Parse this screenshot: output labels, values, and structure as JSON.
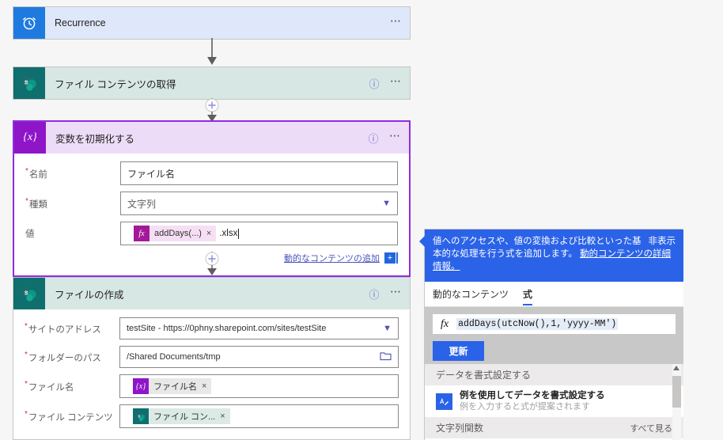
{
  "flow": {
    "steps": [
      {
        "id": "recurrence",
        "title": "Recurrence",
        "icon": "alarm-clock-icon",
        "has_help": false,
        "selected": false,
        "expanded": false
      },
      {
        "id": "get-file-content",
        "title": "ファイル コンテンツの取得",
        "icon": "sharepoint-icon",
        "has_help": true,
        "selected": false,
        "expanded": false
      },
      {
        "id": "initialize-variable",
        "title": "変数を初期化する",
        "icon": "variable-icon",
        "icon_glyph": "{x}",
        "has_help": true,
        "selected": true,
        "expanded": true,
        "fields": [
          {
            "label": "名前",
            "required": true,
            "value": "ファイル名",
            "control": "text"
          },
          {
            "label": "種類",
            "required": true,
            "value": "文字列",
            "control": "dropdown"
          },
          {
            "label": "値",
            "required": false,
            "control": "token",
            "token": {
              "kind": "expression",
              "icon": "fx-icon",
              "label": "addDays(...)",
              "remove": "×"
            },
            "trailing_text": ".xlsx"
          }
        ],
        "dynamic_link": "動的なコンテンツの追加",
        "dynamic_plus": "+"
      },
      {
        "id": "create-file",
        "title": "ファイルの作成",
        "icon": "sharepoint-icon",
        "has_help": true,
        "selected": false,
        "expanded": true,
        "fields": [
          {
            "label": "サイトのアドレス",
            "required": true,
            "value": "testSite - https://0phny.sharepoint.com/sites/testSite",
            "control": "dropdown"
          },
          {
            "label": "フォルダーのパス",
            "required": true,
            "value": "/Shared Documents/tmp",
            "control": "folder"
          },
          {
            "label": "ファイル名",
            "required": true,
            "control": "token",
            "token": {
              "kind": "variable",
              "icon": "variable-icon",
              "icon_glyph": "{x}",
              "label": "ファイル名",
              "remove": "×"
            }
          },
          {
            "label": "ファイル コンテンツ",
            "required": true,
            "control": "token",
            "token": {
              "kind": "sharepoint",
              "icon": "sharepoint-icon",
              "label": "ファイル コン...",
              "remove": "×"
            }
          }
        ]
      }
    ],
    "add_step_plus": "+"
  },
  "panel": {
    "callout": {
      "text_line1": "値へのアクセスや、値の変換および比較といった基",
      "text_line2": "本的な処理を行う式を追加します。",
      "link_text": "動的コンテンツの詳細情報。",
      "hide_label": "非表示"
    },
    "tabs": [
      {
        "id": "dynamic-content",
        "label": "動的なコンテンツ",
        "active": false
      },
      {
        "id": "expression",
        "label": "式",
        "active": true
      }
    ],
    "expression": {
      "fx_glyph": "fx",
      "value": "addDays(utcNow(),1,'yyyy-MM')",
      "update_label": "更新"
    },
    "function_groups": [
      {
        "header": "データを書式設定する",
        "items": [
          {
            "icon": "format-data-icon",
            "title": "例を使用してデータを書式設定する",
            "subtitle": "例を入力すると式が提案されます"
          }
        ]
      },
      {
        "header": "文字列関数",
        "see_all": "すべて見る",
        "items": []
      }
    ]
  },
  "colors": {
    "recurrence_accent": "#1f7ae0",
    "sharepoint_accent": "#0f6e6e",
    "variable_accent": "#8f15c9",
    "selected_border": "#8f2ce0",
    "callout_blue": "#2b63e8",
    "link_purple": "#4b53bc",
    "required_red": "#d13438"
  }
}
